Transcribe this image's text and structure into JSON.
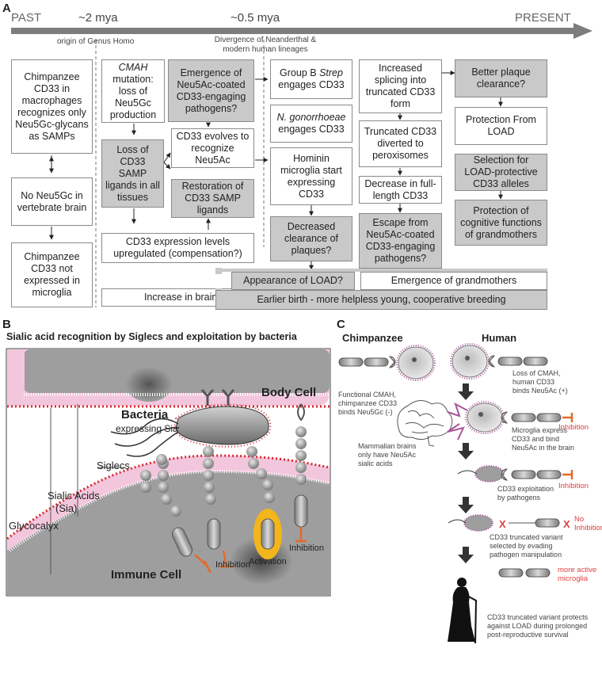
{
  "panel_a": {
    "letter": "A",
    "timeline": {
      "past": "PAST",
      "mya2": "~2 mya",
      "mya05": "~0.5 mya",
      "present": "PRESENT",
      "homo_origin": "origin of Genus Homo",
      "divergence_1": "Divergence of Neanderthal &",
      "divergence_2": "modern human lineages"
    },
    "boxes": {
      "chimp_cd33": "Chimpanzee CD33 in macrophages recognizes only Neu5Gc-glycans as SAMPs",
      "no_neu5gc": "No Neu5Gc in vertebrate brain",
      "chimp_not_expressed": "Chimpanzee CD33 not expressed in microglia",
      "cmah_italic": "CMAH",
      "cmah_rest": "mutation: loss of Neu5Gc production",
      "loss_samp": "Loss of CD33 SAMP ligands in all tissues",
      "emergence_neu5ac": "Emergence of Neu5Ac-coated CD33-engaging pathogens?",
      "cd33_evolves": "CD33 evolves to recognize Neu5Ac",
      "restoration": "Restoration of CD33 SAMP ligands",
      "upregulated": "CD33 expression levels upregulated (compensation?)",
      "brain_size": "Increase in brain size",
      "group_b_1": "Group B",
      "group_b_italic": "Strep",
      "group_b_2": "engages CD33",
      "gono_italic": "N. gonorrhoeae",
      "gono_rest": "engages CD33",
      "hominin": "Hominin microglia start expressing CD33",
      "decreased_clearance": "Decreased clearance of plaques?",
      "increased_splicing": "Increased splicing into truncated CD33 form",
      "truncated_diverted": "Truncated CD33 diverted to peroxisomes",
      "decrease_full": "Decrease in full-length CD33",
      "escape": "Escape from Neu5Ac-coated CD33-engaging pathogens?",
      "better_plaque": "Better plaque clearance?",
      "protection_load": "Protection From LOAD",
      "selection": "Selection for LOAD-protective CD33 alleles",
      "protection_cognitive": "Protection of cognitive functions of grandmothers",
      "appearance_load": "Appearance of LOAD?",
      "emergence_grandmothers": "Emergence of grandmothers",
      "earlier_birth": "Earlier birth - more helpless young, cooperative breeding"
    }
  },
  "panel_b": {
    "letter": "B",
    "title": "Sialic acid recognition by Siglecs and exploitation by bacteria",
    "body_cell": "Body Cell",
    "bacteria": "Bacteria",
    "expressing_sia": "expressing Sia",
    "siglecs": "Siglecs",
    "sialic_acids_1": "Sialic Acids",
    "sialic_acids_2": "(Sia)",
    "glycocalyx": "Glycocalyx",
    "immune_cell": "Immune Cell",
    "activation": "Activation",
    "inhibition_1": "Inhibition",
    "inhibition_2": "Inhibition",
    "colors": {
      "pink": "#f2c6dc",
      "red_dots": "#d8262f",
      "activation": "#f2b51c",
      "grey_cell": "#9e9e9e"
    }
  },
  "panel_c": {
    "letter": "C",
    "chimpanzee": "Chimpanzee",
    "human": "Human",
    "functional_cmah_1": "Functional CMAH,",
    "functional_cmah_2": "chimpanzee CD33",
    "functional_cmah_3": "binds Neu5Gc (-)",
    "loss_cmah_1": "Loss of CMAH,",
    "loss_cmah_2": "human CD33",
    "loss_cmah_3": "binds Neu5Ac (+)",
    "mammalian_1": "Mammalian brains",
    "mammalian_2": "only have Neu5Ac",
    "mammalian_3": "sialic acids",
    "microglia_1": "Microglia express",
    "microglia_2": "CD33 and bind",
    "microglia_3": "Neu5Ac in the brain",
    "inhibition_a": "Inhibition",
    "exploitation_1": "CD33 exploitation",
    "exploitation_2": "by pathogens",
    "inhibition_b": "Inhibition",
    "no_inhibition_1": "No",
    "no_inhibition_2": "Inhibition",
    "truncated_1": "CD33 truncated variant",
    "truncated_2": "selected by evading",
    "truncated_3": "pathogen manipulation",
    "more_active_1": "more active",
    "more_active_2": "microglia",
    "protects_1": "CD33 truncated variant protects",
    "protects_2": "against LOAD during prolonged",
    "protects_3": "post-reproductive survival"
  }
}
